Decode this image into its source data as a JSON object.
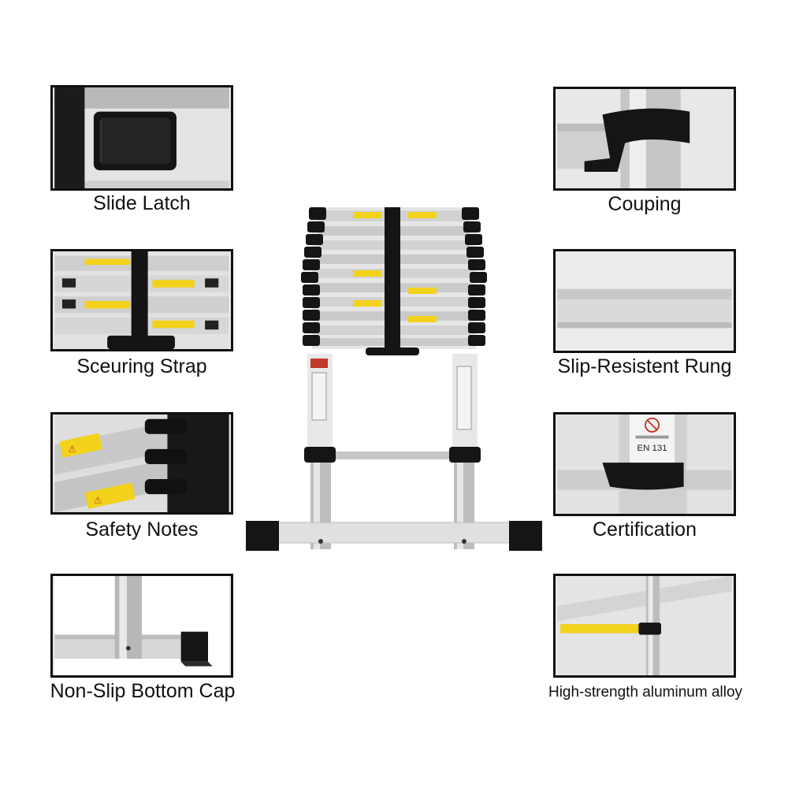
{
  "colors": {
    "frame": "#111111",
    "aluminum": "#d8d8d8",
    "aluminum_dark": "#a9a9a9",
    "rubber": "#161616",
    "warning_yellow": "#f2d21b",
    "background": "#ffffff"
  },
  "features": {
    "slide_latch": "Slide Latch",
    "securing_strap": "Sceuring Strap",
    "safety_notes": "Safety Notes",
    "non_slip_cap": "Non-Slip Bottom Cap",
    "couping": "Couping",
    "slip_rung": "Slip-Resistent Rung",
    "certification": "Certification",
    "alloy": "High-strength aluminum alloy"
  },
  "certification_panel": {
    "standard": "EN 131"
  },
  "icons": {
    "ladder": "telescopic-ladder-illustration",
    "warning": "warning-triangle-icon",
    "prohibition": "prohibition-sign-icon"
  }
}
